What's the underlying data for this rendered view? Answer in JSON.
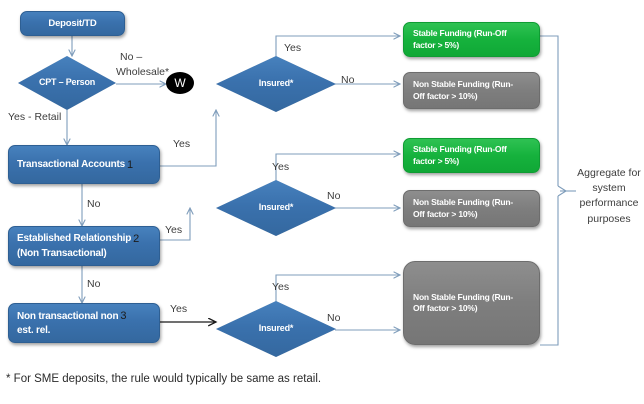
{
  "diagram": {
    "title": "Deposit classification flowchart",
    "colors": {
      "process_blue": "#3a71ad",
      "stable_green": "#16b23d",
      "non_stable_gray": "#7e7e7e",
      "terminator_black": "#000000",
      "connector_line": "#7f9dbb"
    },
    "nodes": {
      "deposit": "Deposit/TD",
      "cpt_person": "CPT – Person",
      "wholesale_marker": "W",
      "transactional_accounts": "Transactional  Accounts",
      "transactional_accounts_num": "1",
      "established_relationship_l1": "Established Relationship",
      "established_relationship_l2": "(Non Transactional)",
      "established_relationship_num": "2",
      "non_transactional_l1": "Non transactional     non",
      "non_transactional_l2": "est. rel.",
      "non_transactional_num": "3",
      "insured_1": "Insured*",
      "insured_2": "Insured*",
      "insured_3": "Insured*",
      "stable_funding_1_l1": "Stable Funding (Run-Off",
      "stable_funding_1_l2": "factor > 5%)",
      "non_stable_funding_1_l1": "Non Stable Funding (Run-",
      "non_stable_funding_1_l2": "Off factor > 10%)",
      "stable_funding_2_l1": "Stable Funding (Run-Off",
      "stable_funding_2_l2": "factor > 5%)",
      "non_stable_funding_2_l1": "Non Stable Funding (Run-",
      "non_stable_funding_2_l2": "Off factor > 10%)",
      "non_stable_funding_3_l1": "Non Stable Funding (Run-",
      "non_stable_funding_3_l2": "Off factor > 10%)"
    },
    "edge_labels": {
      "no_wholesale_l1": "No –",
      "no_wholesale_l2": "Wholesale*",
      "yes_retail": "Yes - Retail",
      "yes_transactional": "Yes",
      "no_transactional": "No",
      "yes_established": "Yes",
      "no_established": "No",
      "yes_non_transactional": "Yes",
      "yes_insured_1": "Yes",
      "no_insured_1": "No",
      "yes_insured_2": "Yes",
      "no_insured_2": "No",
      "yes_insured_3": "Yes",
      "no_insured_3": "No"
    },
    "aggregate_note_l1": "Aggregate for",
    "aggregate_note_l2": "system",
    "aggregate_note_l3": "performance",
    "aggregate_note_l4": "purposes",
    "footnote": "* For SME deposits, the rule would typically be same as retail."
  }
}
